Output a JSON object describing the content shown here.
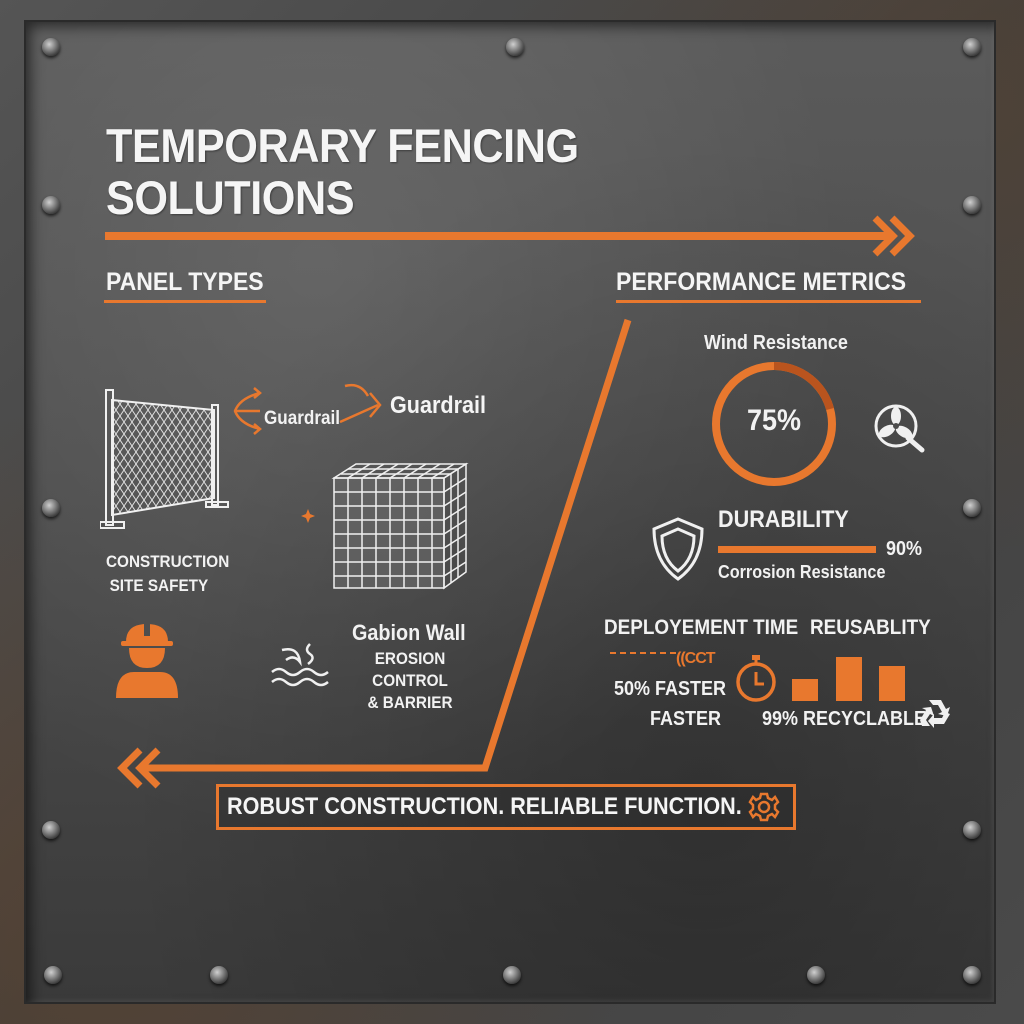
{
  "title": {
    "line1": "TEMPORARY FENCING",
    "line2": "SOLUTIONS"
  },
  "colors": {
    "accent": "#e8782e",
    "accent_dark": "#b9541e",
    "text": "#f2f2f2",
    "background": "#4e4e4e"
  },
  "left_section": {
    "heading": "PANEL TYPES",
    "panel_item": {
      "icon": "mesh-fence-panel-icon",
      "callout_orange": "Guardrail",
      "callout_white": "Guardrail"
    },
    "safety_item": {
      "line1": "CONSTRUCTION",
      "line2": "SITE SAFETY",
      "icon": "construction-worker-icon"
    },
    "gabion_item": {
      "icon": "gabion-cage-icon",
      "title": "Gabion Wall",
      "line1": "EROSION CONTROL",
      "line2": "& BARRIER",
      "sub_icon": "water-erosion-icon"
    }
  },
  "right_section": {
    "heading": "PERFORMANCE METRICS",
    "wind": {
      "label": "Wind Resistance",
      "value": "75%",
      "percent": 75,
      "icon": "fan-search-icon"
    },
    "durability": {
      "title": "DURABILITY",
      "value": "90%",
      "percent": 90,
      "sublabel": "Corrosion Resistance",
      "icon": "shield-icon"
    },
    "deployment": {
      "title": "DEPLOYEMENT TIME",
      "graphic_text": "CCT",
      "line1": "50% FASTER",
      "line2": "FASTER",
      "icon": "stopwatch-icon"
    },
    "reusability": {
      "title": "REUSABLITY",
      "value_label": "99% RECYCLABLE",
      "bars": [
        30,
        52,
        40
      ],
      "icon": "recycle-icon"
    }
  },
  "footer": {
    "tagline": "ROBUST CONSTRUCTION. RELIABLE FUNCTION.",
    "icon": "gear-icon"
  }
}
